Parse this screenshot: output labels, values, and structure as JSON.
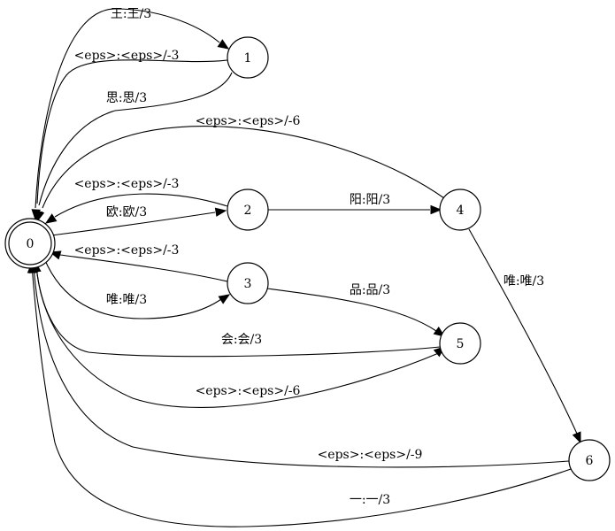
{
  "graph": {
    "nodes": [
      {
        "id": "0",
        "label": "0",
        "final": true
      },
      {
        "id": "1",
        "label": "1"
      },
      {
        "id": "2",
        "label": "2"
      },
      {
        "id": "3",
        "label": "3"
      },
      {
        "id": "4",
        "label": "4"
      },
      {
        "id": "5",
        "label": "5"
      },
      {
        "id": "6",
        "label": "6"
      }
    ],
    "edges": [
      {
        "from": "0",
        "to": "1",
        "label": "王:王/3"
      },
      {
        "from": "1",
        "to": "0",
        "label": "<eps>:<eps>/-3"
      },
      {
        "from": "1",
        "to": "0",
        "label": "思:思/3"
      },
      {
        "from": "4",
        "to": "0",
        "label": "<eps>:<eps>/-6"
      },
      {
        "from": "2",
        "to": "0",
        "label": "<eps>:<eps>/-3"
      },
      {
        "from": "0",
        "to": "2",
        "label": "欧:欧/3"
      },
      {
        "from": "2",
        "to": "4",
        "label": "阳:阳/3"
      },
      {
        "from": "3",
        "to": "0",
        "label": "<eps>:<eps>/-3"
      },
      {
        "from": "0",
        "to": "3",
        "label": "唯:唯/3"
      },
      {
        "from": "3",
        "to": "5",
        "label": "品:品/3"
      },
      {
        "from": "4",
        "to": "6",
        "label": "唯:唯/3"
      },
      {
        "from": "5",
        "to": "0",
        "label": "会:会/3"
      },
      {
        "from": "0",
        "to": "5",
        "label": "<eps>:<eps>/-6"
      },
      {
        "from": "6",
        "to": "0",
        "label": "<eps>:<eps>/-9"
      },
      {
        "from": "6",
        "to": "0",
        "label": "一:一/3"
      }
    ]
  }
}
